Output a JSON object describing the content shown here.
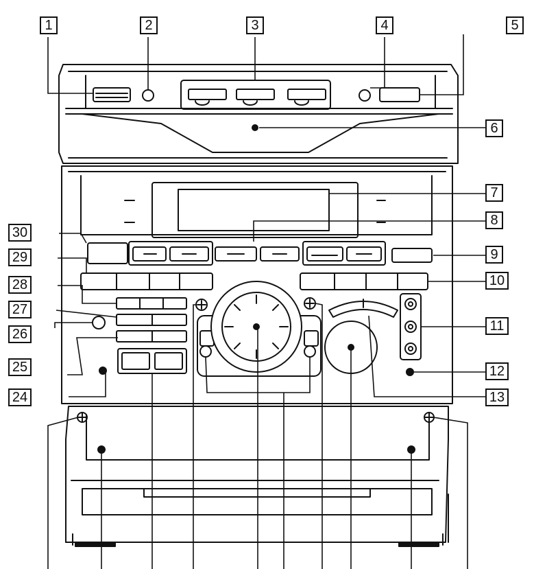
{
  "callouts": {
    "c1": "1",
    "c2": "2",
    "c3": "3",
    "c4": "4",
    "c5": "5",
    "c6": "6",
    "c7": "7",
    "c8": "8",
    "c9": "9",
    "c10": "10",
    "c11": "11",
    "c12": "12",
    "c13": "13",
    "c24": "24",
    "c25": "25",
    "c26": "26",
    "c27": "27",
    "c28": "28",
    "c29": "29",
    "c30": "30"
  }
}
